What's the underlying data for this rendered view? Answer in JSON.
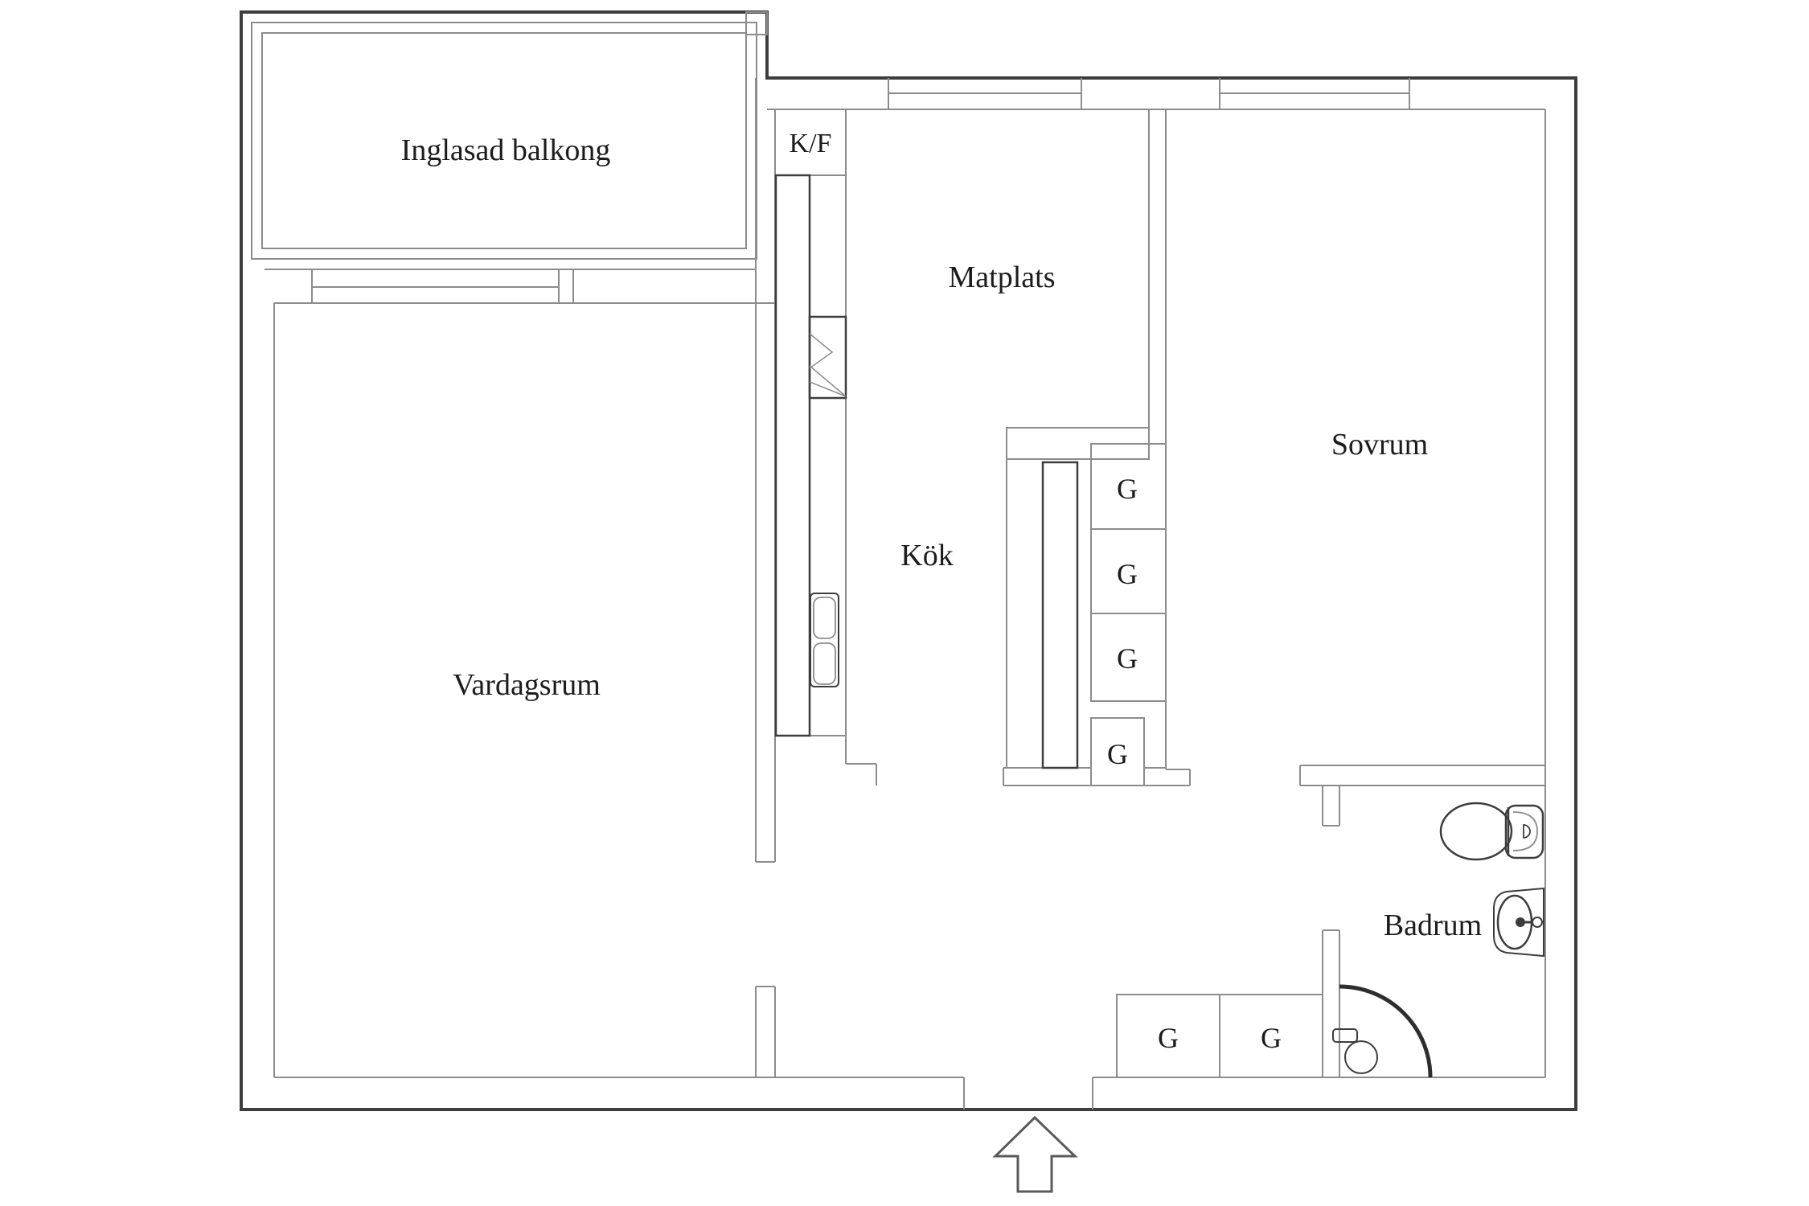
{
  "floorplan": {
    "type": "apartment-floor-plan",
    "language": "Swedish",
    "rooms": [
      {
        "id": "balcony",
        "label": "Inglasad balkong"
      },
      {
        "id": "dining",
        "label": "Matplats"
      },
      {
        "id": "bedroom",
        "label": "Sovrum"
      },
      {
        "id": "kitchen",
        "label": "Kök"
      },
      {
        "id": "living-room",
        "label": "Vardagsrum"
      },
      {
        "id": "bathroom",
        "label": "Badrum"
      }
    ],
    "labels": {
      "fridge_freezer": "K/F",
      "wardrobe": "G"
    },
    "wardrobe_count": 6,
    "fixtures": [
      "toilet",
      "bathroom-sink",
      "kitchen-sink",
      "stove",
      "shower",
      "sliding-door",
      "door-swing-arc",
      "entrance-arrow",
      "windows",
      "glazed-balcony"
    ],
    "colors": {
      "background": "#ffffff",
      "wall_dark": "#3d3d3d",
      "wall_light": "#8c8c8c",
      "text": "#1c1c1c"
    }
  }
}
